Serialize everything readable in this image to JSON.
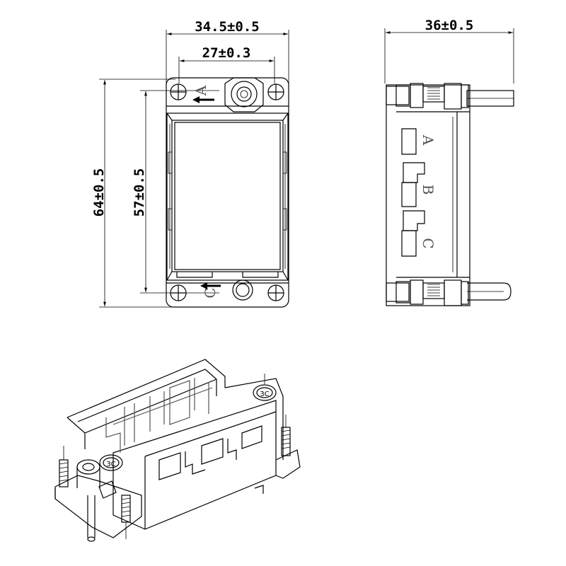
{
  "dimensions": {
    "outer_width": "34.5±0.5",
    "inner_width": "27±0.3",
    "side_width": "36±0.5",
    "outer_height": "64±0.5",
    "inner_height": "57±0.5"
  },
  "markings": {
    "top_letter": "A",
    "bottom_letter": "C",
    "side_letters": [
      "A",
      "B",
      "C"
    ],
    "screw_mark": "3C"
  }
}
